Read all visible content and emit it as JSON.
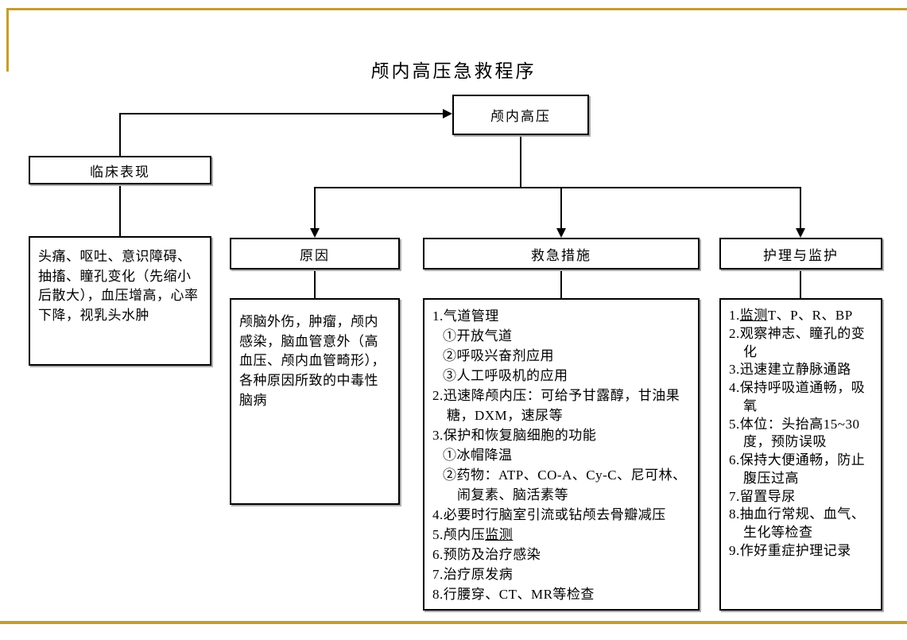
{
  "title": "颅内高压急救程序",
  "colors": {
    "accent_gold": "#C59E2F",
    "line": "#000000",
    "box_border": "#000000",
    "background": "#FFFFFF"
  },
  "flow": {
    "root": {
      "label": "颅内高压"
    },
    "clinical": {
      "label": "临床表现",
      "detail": "头痛、呕吐、意识障碍、抽搐、瞳孔变化（先缩小后散大），血压增高，心率下降，视乳头水肿"
    },
    "cause": {
      "label": "原因",
      "detail": "颅脑外伤，肿瘤，颅内感染，脑血管意外（高血压、颅内血管畸形），各种原因所致的中毒性脑病"
    },
    "emergency": {
      "label": "救急措施",
      "items": [
        {
          "pre": "1.气道管理",
          "indent": 0
        },
        {
          "pre": "①开放气道",
          "indent": 1
        },
        {
          "pre": "②呼吸兴奋剂应用",
          "indent": 1
        },
        {
          "pre": "③人工呼吸机的应用",
          "indent": 1
        },
        {
          "pre": "2.迅速降颅内压：可给予甘露醇，甘油果糖，DXM，速尿等",
          "indent": 0
        },
        {
          "pre": "3.保护和恢复脑细胞的功能",
          "indent": 0
        },
        {
          "pre": "①冰帽降温",
          "indent": 1
        },
        {
          "pre": "②药物：ATP、CO-A、Cy-C、尼可林、闹复素、脑活素等",
          "indent": 1
        },
        {
          "pre": "4.必要时行脑室引流或钻颅去骨瓣减压",
          "indent": 0
        },
        {
          "pre": "5.颅内压",
          "u": "监测",
          "post": "",
          "indent": 0
        },
        {
          "pre": "6.预防及治疗感染",
          "indent": 0
        },
        {
          "pre": "7.治疗原发病",
          "indent": 0
        },
        {
          "pre": "8.行腰穿、CT、MR等检查",
          "indent": 0
        }
      ]
    },
    "nursing": {
      "label": "护理与监护",
      "items": [
        {
          "pre": "1.",
          "u": "监测",
          "post": "T、P、R、BP",
          "indent": 0
        },
        {
          "pre": "2.观察神志、瞳孔的变化",
          "indent": 0
        },
        {
          "pre": "3.迅速建立静脉通路",
          "indent": 0
        },
        {
          "pre": "4.保持呼吸道通畅，吸氧",
          "indent": 0
        },
        {
          "pre": "5.体位：头抬高15~30度，预防误吸",
          "indent": 0
        },
        {
          "pre": "6.保持大便通畅，防止腹压过高",
          "indent": 0
        },
        {
          "pre": "7.留置导尿",
          "indent": 0
        },
        {
          "pre": "8.抽血行常规、血气、生化等检查",
          "indent": 0
        },
        {
          "pre": "9.作好重症护理记录",
          "indent": 0
        }
      ]
    }
  }
}
